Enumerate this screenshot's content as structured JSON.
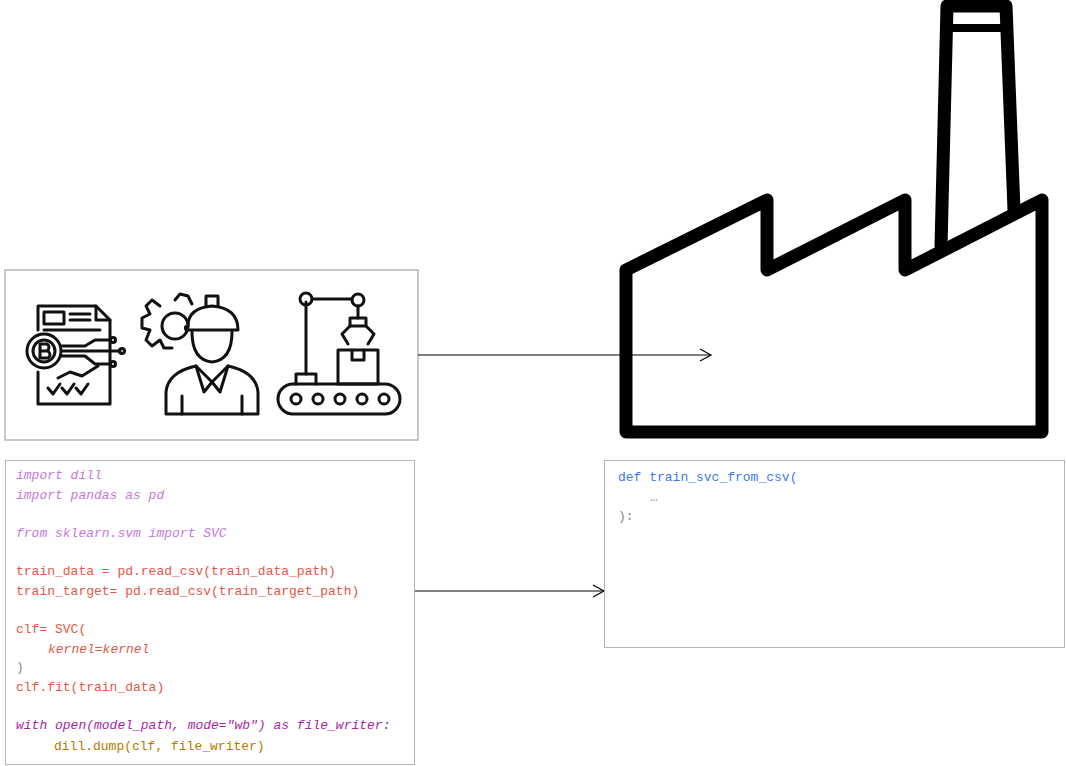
{
  "diagram": {
    "nodes": [
      {
        "text": [
          "import dill",
          "import pandas as pd",
          "from sklearn.svm import SVC",
          "train_data = pd.read_csv(train_data_path)",
          "train_target= pd.read_csv(train_target_path)",
          "clf= SVC(",
          "kernel=kernel",
          ")",
          "clf.fit(train_data)",
          "with open(model_path, mode=\"wb\") as file_writer:",
          "dill.dump(clf, file_writer)"
        ]
      },
      {
        "text": [
          "def train_svc_from_csv(",
          "…",
          "):"
        ]
      }
    ],
    "edges": [
      {
        "from": 0,
        "to": 1,
        "arrow": "to"
      }
    ]
  }
}
